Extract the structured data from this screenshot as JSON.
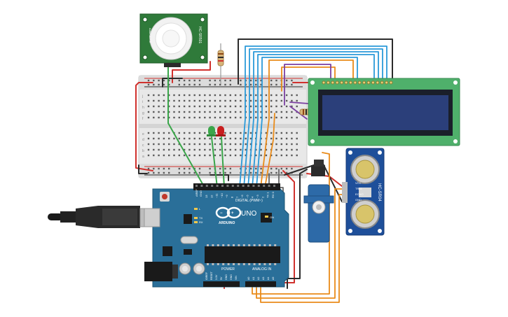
{
  "pir": {
    "model": "HC-SR501",
    "face_text": "Adafruit PIR"
  },
  "arduino": {
    "uno": "UNO",
    "brand": "ARDUINO",
    "digital": "DIGITAL (PWM~)",
    "power": "POWER",
    "analog": "ANALOG IN",
    "on": "ON",
    "tx": "TX",
    "rx": "RX",
    "l": "L",
    "aref": "AREF",
    "gnd": "GND",
    "digital_pins": [
      "13",
      "12",
      "~11",
      "~10",
      "~9",
      "8",
      "7",
      "~6",
      "~5",
      "4",
      "~3",
      "2",
      "TX 1",
      "RX 0"
    ],
    "power_pins": [
      "IOREF",
      "RESET",
      "3.3V",
      "5V",
      "GND",
      "GND",
      "VIN"
    ],
    "analog_pins": [
      "A0",
      "A1",
      "A2",
      "A3",
      "A4",
      "A5"
    ]
  },
  "ultrasonic": {
    "model": "HC-SR04",
    "pins": [
      "VCC",
      "TRIG",
      "ECHO",
      "GND"
    ]
  },
  "breadboard": {
    "row_letters_top": [
      "j",
      "i",
      "h",
      "g",
      "f"
    ],
    "row_letters_bottom": [
      "e",
      "d",
      "c",
      "b",
      "a"
    ]
  },
  "colors": {
    "board_blue": "#2a6f99",
    "lcd_green": "#4fb06b",
    "lcd_screen": "#2b3f7a",
    "wire_orange": "#e98b1a",
    "wire_blue": "#2b9ad9",
    "wire_green": "#3aa64a",
    "wire_black": "#2b2b2b",
    "wire_red": "#d0312d",
    "wire_purple": "#7a3fa0"
  }
}
